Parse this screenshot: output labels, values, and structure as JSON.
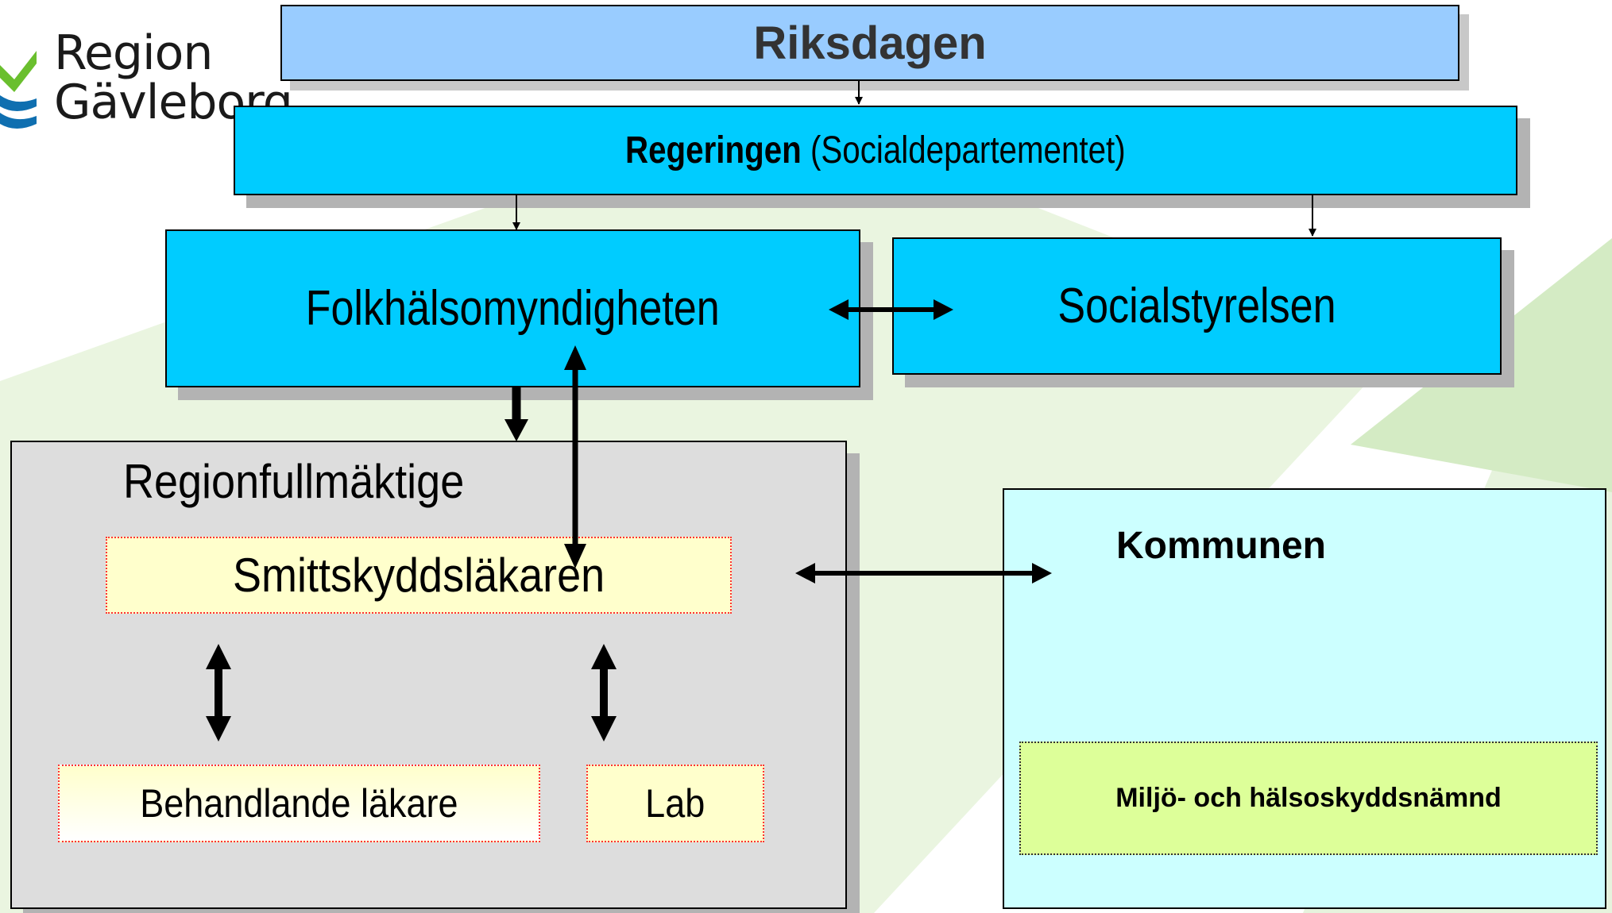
{
  "logo": {
    "line1": "Region",
    "line2": "Gävleborg"
  },
  "colors": {
    "green_mark": "#6abf2e",
    "blue_mark": "#0f6fb0",
    "cyan_box": "#00ccff",
    "riksdagen_box": "#99ccff",
    "region_box": "#dddddd",
    "kommun_box": "#ccffff",
    "note_box": "#ffffcc",
    "miljo_box": "#ddff99"
  },
  "nodes": {
    "riksdagen": "Riksdagen",
    "regeringen_bold": "Regeringen",
    "regeringen_rest": " (Socialdepartementet)",
    "folkhalsomyndigheten": "Folkhälsomyndigheten",
    "socialstyrelsen": "Socialstyrelsen",
    "regionfullmaktige": "Regionfullmäktige",
    "smittskyddslakaren": "Smittskyddsläkaren",
    "behandlande_lakare": "Behandlande läkare",
    "lab": "Lab",
    "kommunen": "Kommunen",
    "miljo": "Miljö- och hälsoskyddsnämnd"
  }
}
